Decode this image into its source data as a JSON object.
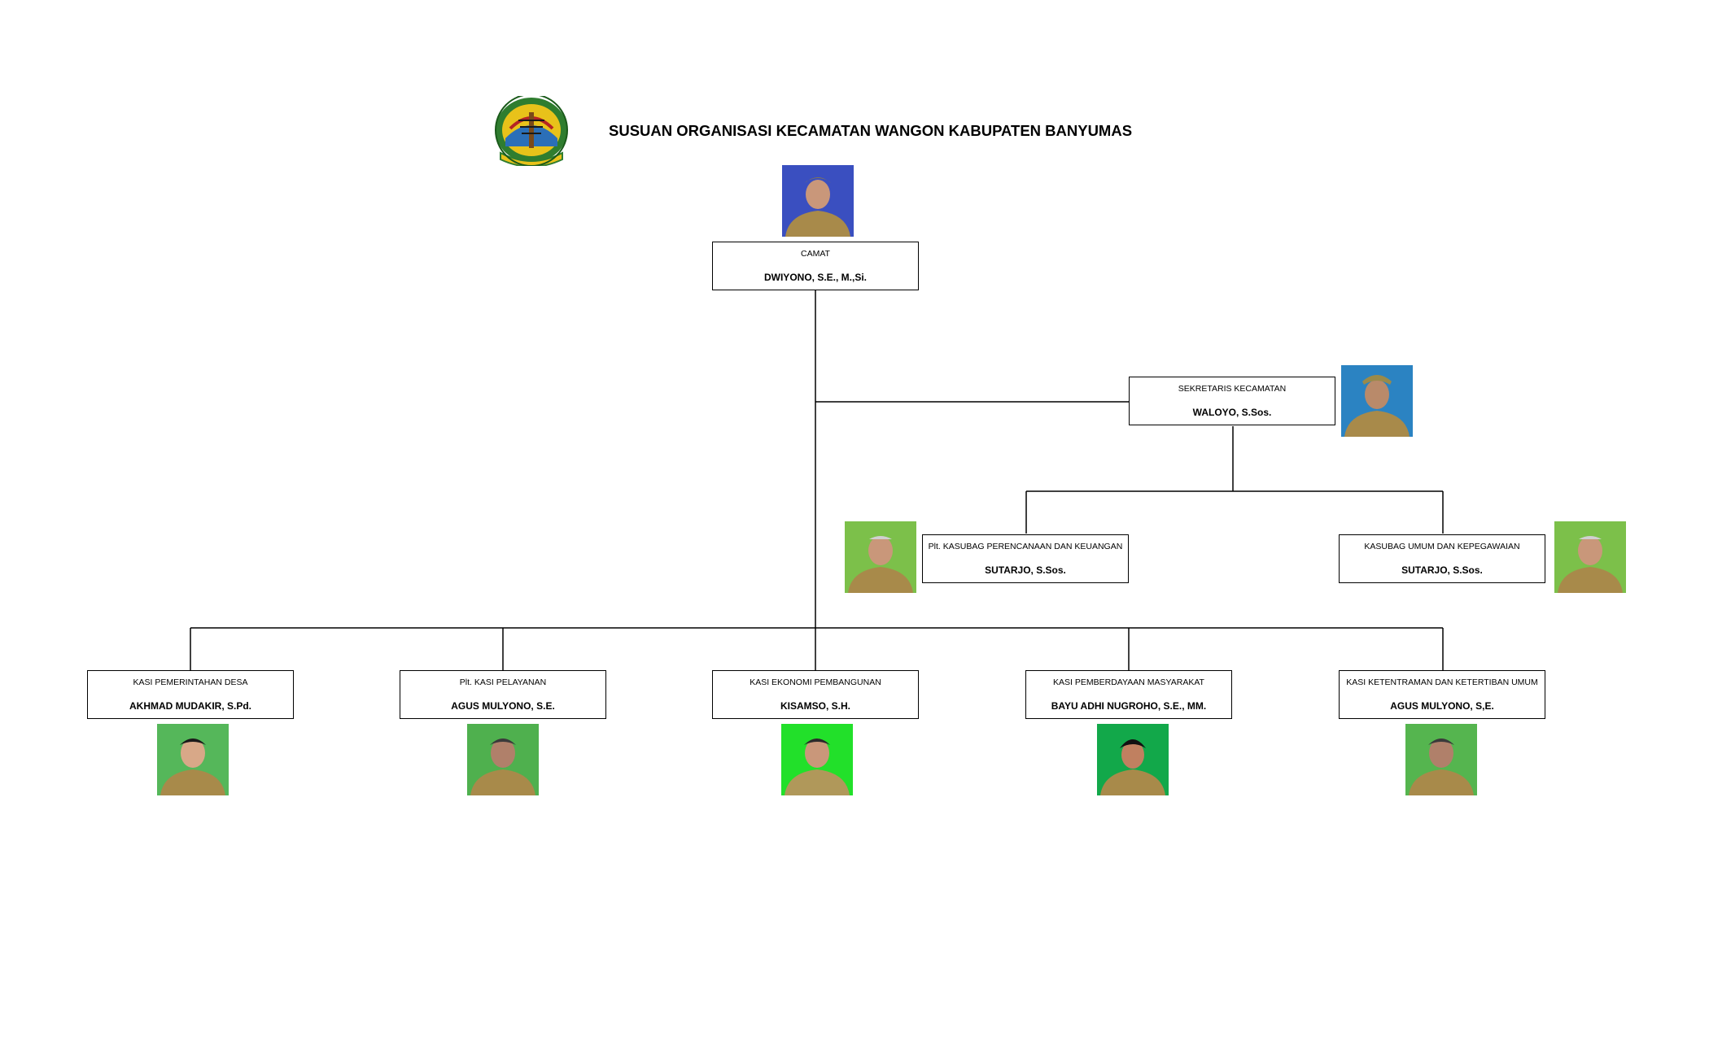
{
  "header": {
    "title": "SUSUAN ORGANISASI KECAMATAN WANGON KABUPATEN BANYUMAS",
    "logo_icon": "banyumas-regency-emblem-icon"
  },
  "org": {
    "camat": {
      "role": "CAMAT",
      "name": "DWIYONO, S.E., M.,Si.",
      "photo_bg": "#3a4fc0"
    },
    "sekretaris": {
      "role": "SEKRETARIS KECAMATAN",
      "name": "WALOYO, S.Sos.",
      "photo_bg": "#2b83c2"
    },
    "kasubag_perencanaan": {
      "role": "Plt. KASUBAG PERENCANAAN DAN KEUANGAN",
      "name": "SUTARJO, S.Sos.",
      "photo_bg": "#7cc04a"
    },
    "kasubag_umum": {
      "role": "KASUBAG UMUM DAN KEPEGAWAIAN",
      "name": "SUTARJO, S.Sos.",
      "photo_bg": "#7cc04a"
    },
    "kasi_pemerintahan": {
      "role": "KASI PEMERINTAHAN DESA",
      "name": "AKHMAD MUDAKIR, S.Pd.",
      "photo_bg": "#55b75a"
    },
    "kasi_pelayanan": {
      "role": "Plt. KASI PELAYANAN",
      "name": "AGUS MULYONO, S.E.",
      "photo_bg": "#4fb04e"
    },
    "kasi_ekonomi": {
      "role": "KASI EKONOMI PEMBANGUNAN",
      "name": "KISAMSO, S.H.",
      "photo_bg": "#22e02a"
    },
    "kasi_pemberdayaan": {
      "role": "KASI PEMBERDAYAAN MASYARAKAT",
      "name": "BAYU ADHI NUGROHO, S.E., MM.",
      "photo_bg": "#12a84a"
    },
    "kasi_ketentraman": {
      "role": "KASI KETENTRAMAN DAN KETERTIBAN UMUM",
      "name": "AGUS MULYONO, S,E.",
      "photo_bg": "#55b54f"
    }
  },
  "colors": {
    "line": "#000000",
    "uniform": "#a88a4a",
    "skin": "#c9977a"
  }
}
